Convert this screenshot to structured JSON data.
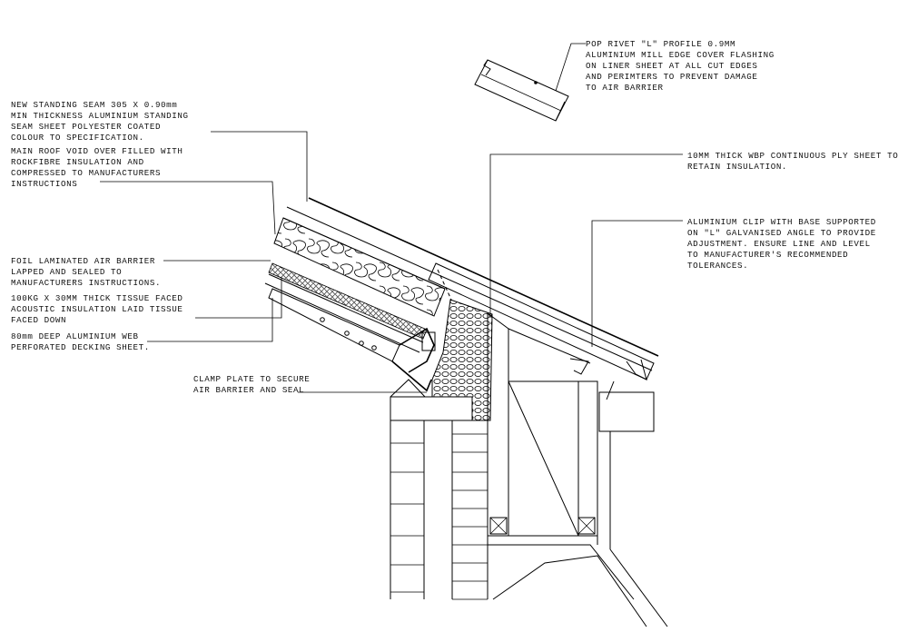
{
  "annotations": {
    "pop_rivet": [
      "POP RIVET \"L\" PROFILE 0.9MM",
      "ALUMINIUM MILL EDGE COVER FLASHING",
      "ON LINER SHEET AT ALL CUT EDGES",
      "AND PERIMTERS TO PREVENT DAMAGE",
      "TO AIR BARRIER"
    ],
    "standing_seam": [
      "NEW STANDING SEAM 305 X 0.90mm",
      "MIN THICKNESS ALUMINIUM STANDING",
      "SEAM SHEET POLYESTER COATED",
      "COLOUR TO SPECIFICATION."
    ],
    "roof_void": [
      "MAIN ROOF VOID OVER FILLED WITH",
      "ROCKFIBRE INSULATION AND",
      "COMPRESSED TO MANUFACTURERS",
      "INSTRUCTIONS"
    ],
    "foil_barrier": [
      "FOIL LAMINATED AIR BARRIER",
      "LAPPED AND SEALED TO",
      "MANUFACTURERS INSTRUCTIONS."
    ],
    "acoustic": [
      "100KG X 30MM THICK TISSUE FACED",
      "ACOUSTIC INSULATION LAID TISSUE",
      "FACED DOWN"
    ],
    "decking": [
      "80mm DEEP ALUMINIUM WEB",
      "PERFORATED DECKING SHEET."
    ],
    "clamp_plate": [
      "CLAMP PLATE TO SECURE",
      "AIR BARRIER AND SEAL"
    ],
    "ply_sheet": [
      "10MM THICK WBP CONTINUOUS PLY SHEET TO",
      "RETAIN INSULATION."
    ],
    "clip": [
      "ALUMINIUM CLIP WITH BASE SUPPORTED",
      "ON \"L\" GALVANISED ANGLE TO PROVIDE",
      "ADJUSTMENT. ENSURE LINE AND LEVEL",
      "TO MANUFACTURER'S RECOMMENDED",
      "TOLERANCES."
    ]
  }
}
